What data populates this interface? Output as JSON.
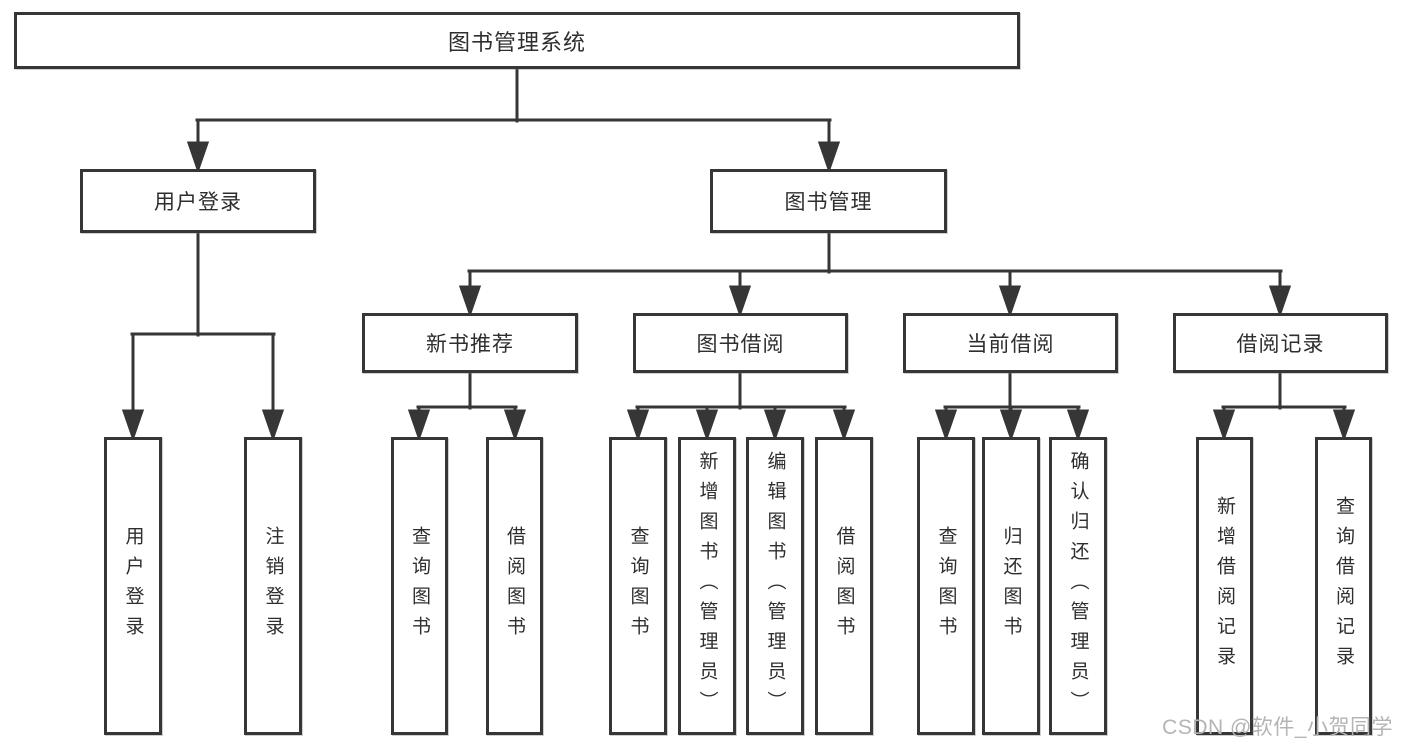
{
  "tree": {
    "root": {
      "label": "图书管理系统",
      "children": [
        {
          "label": "用户登录",
          "children": [
            {
              "label": "用户登录"
            },
            {
              "label": "注销登录"
            }
          ]
        },
        {
          "label": "图书管理",
          "children": [
            {
              "label": "新书推荐",
              "children": [
                {
                  "label": "查询图书"
                },
                {
                  "label": "借阅图书"
                }
              ]
            },
            {
              "label": "图书借阅",
              "children": [
                {
                  "label": "查询图书"
                },
                {
                  "label": "新增图书（管理员）"
                },
                {
                  "label": "编辑图书（管理员）"
                },
                {
                  "label": "借阅图书"
                }
              ]
            },
            {
              "label": "当前借阅",
              "children": [
                {
                  "label": "查询图书"
                },
                {
                  "label": "归还图书"
                },
                {
                  "label": "确认归还（管理员）"
                }
              ]
            },
            {
              "label": "借阅记录",
              "children": [
                {
                  "label": "新增借阅记录"
                },
                {
                  "label": "查询借阅记录"
                }
              ]
            }
          ]
        }
      ]
    }
  },
  "watermark": {
    "text": "CSDN @软件_小贺同学"
  },
  "colors": {
    "line": "#363636",
    "box_border": "#363636",
    "box_fill": "#ffffff",
    "text": "#2e2e2e",
    "watermark": "#b4b4b4",
    "background": "#ffffff"
  }
}
